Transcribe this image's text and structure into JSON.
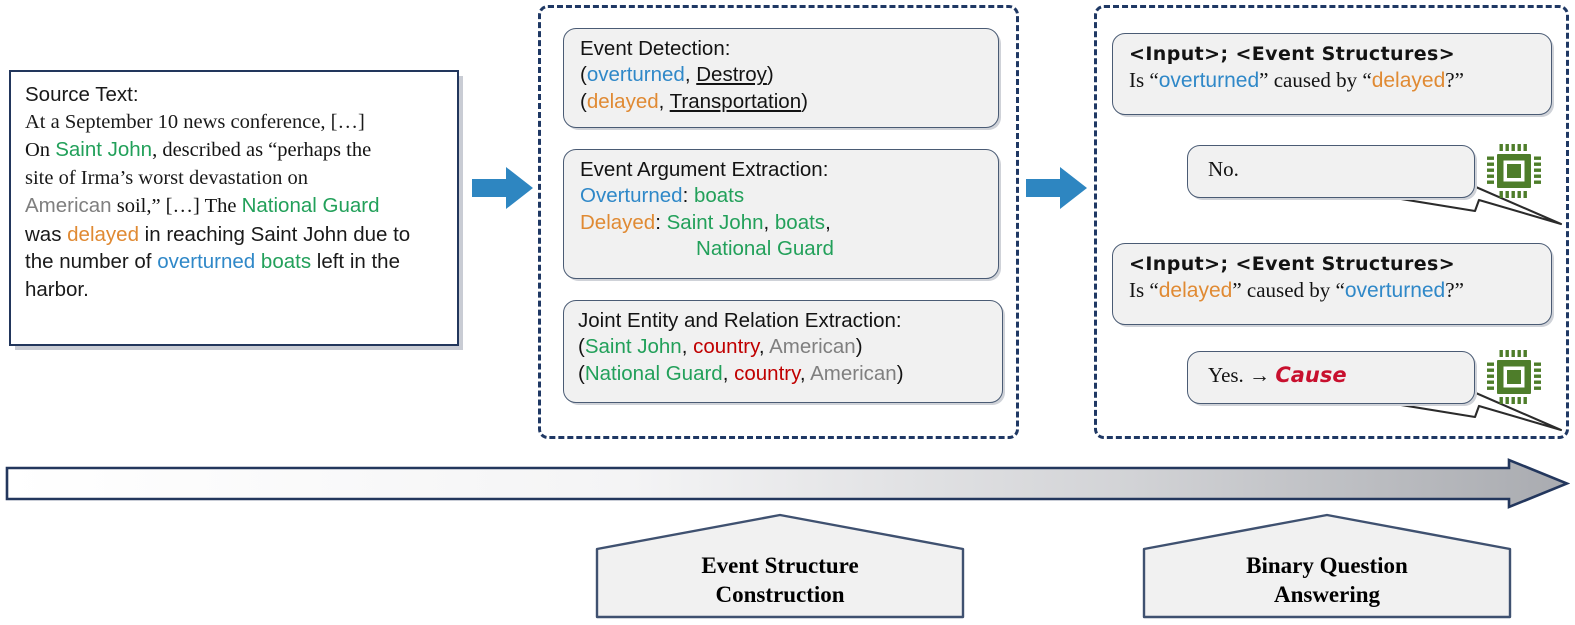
{
  "source_panel": {
    "name": "source-text-panel",
    "heading": "Source Text:",
    "line1": "At a September 10 news conference, […]",
    "line2_pre": "On ",
    "line2_ent": "Saint John",
    "line2_post": ", described as “perhaps the",
    "line3": "site of Irma’s worst devastation on",
    "line4_ent1": "American",
    "line4_mid": " soil,” […] The ",
    "line4_ent2": "National Guard",
    "line5_pre": "was ",
    "line5_ent": "delayed",
    "line5_post": " in reaching Saint John due to",
    "line6_pre": "the number of ",
    "line6_ent1": "overturned",
    "line6_sp": " ",
    "line6_ent2": "boats",
    "line6_post": " left in the",
    "line7": "harbor."
  },
  "arrows": {
    "arrow1_name": "blue-arrow-source-to-structures",
    "arrow2_name": "blue-arrow-structures-to-qa",
    "timeline_name": "pipeline-timeline-arrow"
  },
  "event_structure_construction": {
    "group_name": "event-structure-construction-group",
    "event_detection": {
      "title": "Event Detection:",
      "rows": [
        {
          "open": "(",
          "trigger": "overturned",
          "sep": ", ",
          "type": "Destroy",
          "close": ")"
        },
        {
          "open": "(",
          "trigger": "delayed",
          "sep": ", ",
          "type": "Transportation",
          "close": ")"
        }
      ]
    },
    "event_argument_extraction": {
      "title": "Event Argument Extraction:",
      "row1_event": "Overturned",
      "row1_colon": ": ",
      "row1_args": "boats",
      "row2_event": "Delayed",
      "row2_colon": ": ",
      "row2_args_a": "Saint John",
      "row2_comma1": ", ",
      "row2_args_b": "boats",
      "row2_comma2": ",",
      "row3_args": "National Guard"
    },
    "joint_entity_relation_extraction": {
      "title": "Joint Entity and Relation Extraction:",
      "rows": [
        {
          "open": "(",
          "head": "Saint John",
          "c1": ", ",
          "rel": "country",
          "c2": ", ",
          "tail": "American",
          "close": ")"
        },
        {
          "open": "(",
          "head": "National Guard",
          "c1": ", ",
          "rel": "country",
          "c2": ", ",
          "tail": "American",
          "close": ")"
        }
      ]
    }
  },
  "binary_question_answering": {
    "group_name": "binary-question-answering-group",
    "qa_pairs": [
      {
        "prompt": "<Input>; <Event Structures>",
        "q_pre": "Is “",
        "q_e1": "overturned",
        "q_mid": "” caused by “",
        "q_e2": "delayed",
        "q_post": "?”",
        "answer": "No.",
        "answer_label": "",
        "chip_name": "model-chip-icon-1"
      },
      {
        "prompt": "<Input>; <Event Structures>",
        "q_pre": "Is “",
        "q_e1": "delayed",
        "q_mid": "” caused by “",
        "q_e2": "overturned",
        "q_post": "?”",
        "answer": "Yes. → ",
        "answer_label": "Cause",
        "chip_name": "model-chip-icon-2"
      }
    ]
  },
  "stage_banners": [
    {
      "name": "banner-event-structure-construction",
      "label": "Event Structure\nConstruction"
    },
    {
      "name": "banner-binary-question-answering",
      "label": "Binary Question\nAnswering"
    }
  ],
  "colors": {
    "blue": "#2f88c8",
    "orange": "#e08a33",
    "green": "#22a05a",
    "grey": "#7f7f7f",
    "red": "#c00000",
    "navy": "#1f3864",
    "chip_green": "#4e7d2a",
    "arrow_blue": "#2e86c1"
  }
}
